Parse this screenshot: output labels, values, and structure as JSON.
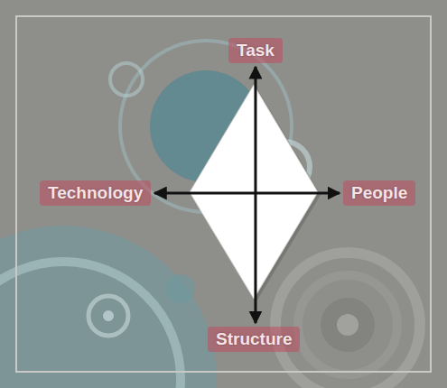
{
  "diagram": {
    "nodes": [
      {
        "text": [
          "Task"
        ]
      },
      {
        "text": [
          "Technology"
        ]
      },
      {
        "text": [
          "People"
        ]
      },
      {
        "text": [
          "Structure"
        ]
      }
    ],
    "edges": [
      {
        "from": 0,
        "to": 3,
        "arrow": "both"
      },
      {
        "from": 1,
        "to": 2,
        "arrow": "both"
      }
    ]
  }
}
